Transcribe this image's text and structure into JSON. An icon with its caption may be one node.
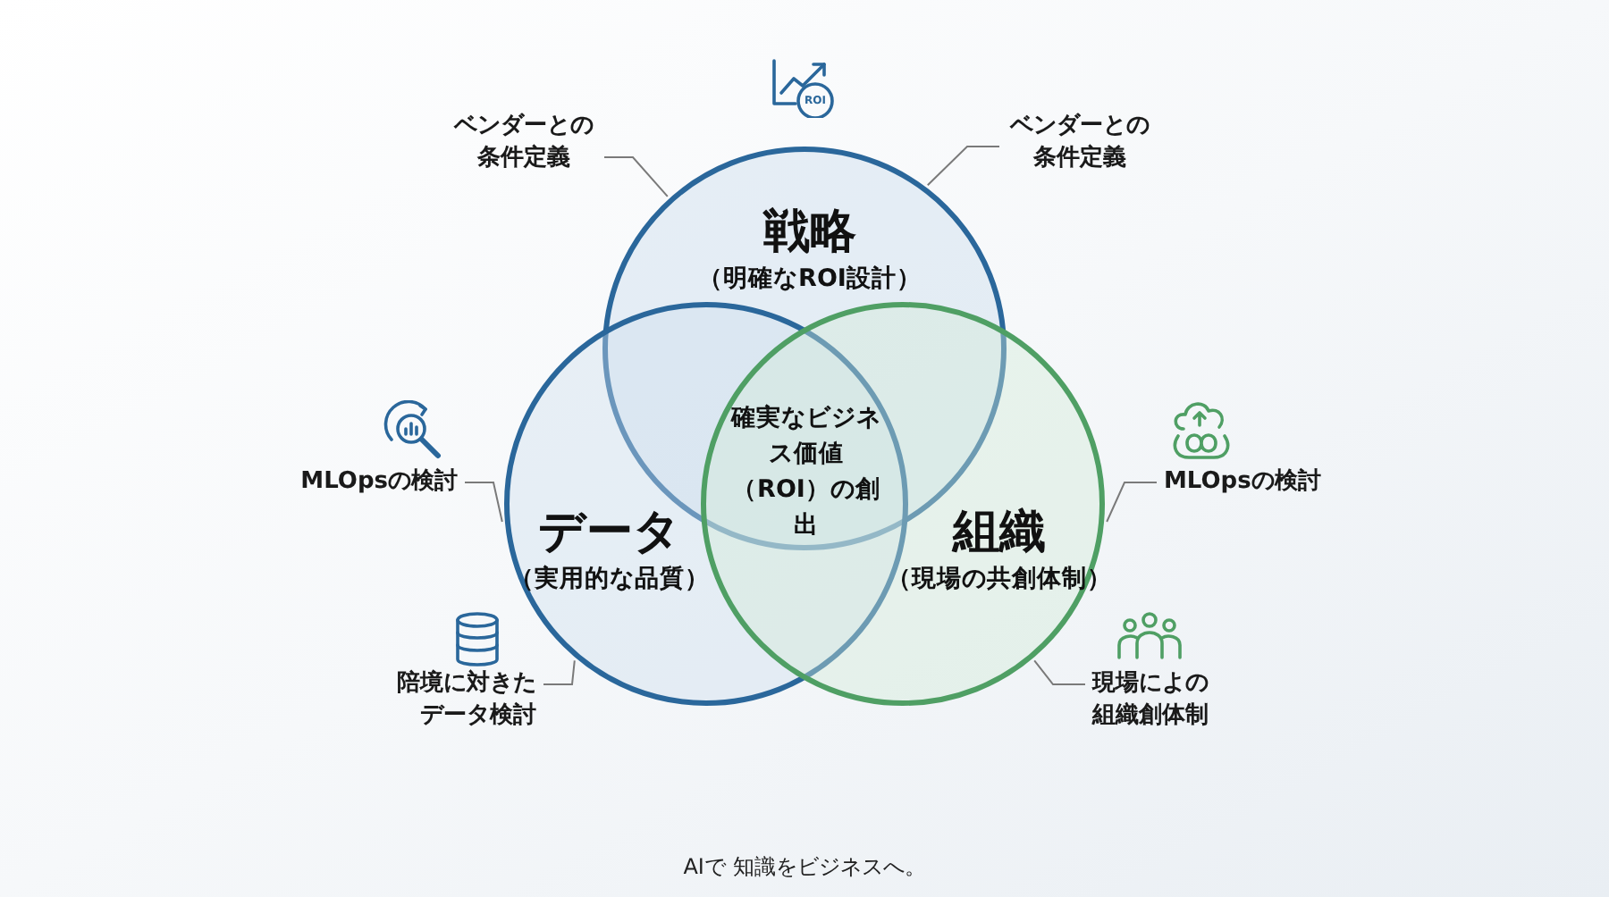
{
  "diagram": {
    "nodes": [
      {
        "text": [
          "戦略",
          "（明確なROI設計）"
        ]
      },
      {
        "text": [
          "データ",
          "（実用的な品質）"
        ]
      },
      {
        "text": [
          "組織",
          "（現場の共創体制）"
        ]
      },
      {
        "text": [
          "ベンダーとの条件定義"
        ]
      },
      {
        "text": [
          "ベンダーとの条件定義"
        ]
      },
      {
        "text": [
          "MLOpsの検討"
        ]
      },
      {
        "text": [
          "陪境に対きたデータ検討"
        ]
      },
      {
        "text": [
          "MLOpsの検討"
        ]
      },
      {
        "text": [
          "現場によの組織創体制"
        ]
      }
    ],
    "edges": [
      {
        "from": 3,
        "to": 0,
        "arrow": "none"
      },
      {
        "from": 4,
        "to": 0,
        "arrow": "none"
      },
      {
        "from": 5,
        "to": 1,
        "arrow": "none"
      },
      {
        "from": 6,
        "to": 1,
        "arrow": "none"
      },
      {
        "from": 7,
        "to": 2,
        "arrow": "none"
      },
      {
        "from": 8,
        "to": 2,
        "arrow": "none"
      }
    ],
    "labels": [
      "ROI",
      "確実なビジネス価値（ROI）の創出",
      "AIで 知識をビジネスへ。"
    ]
  }
}
